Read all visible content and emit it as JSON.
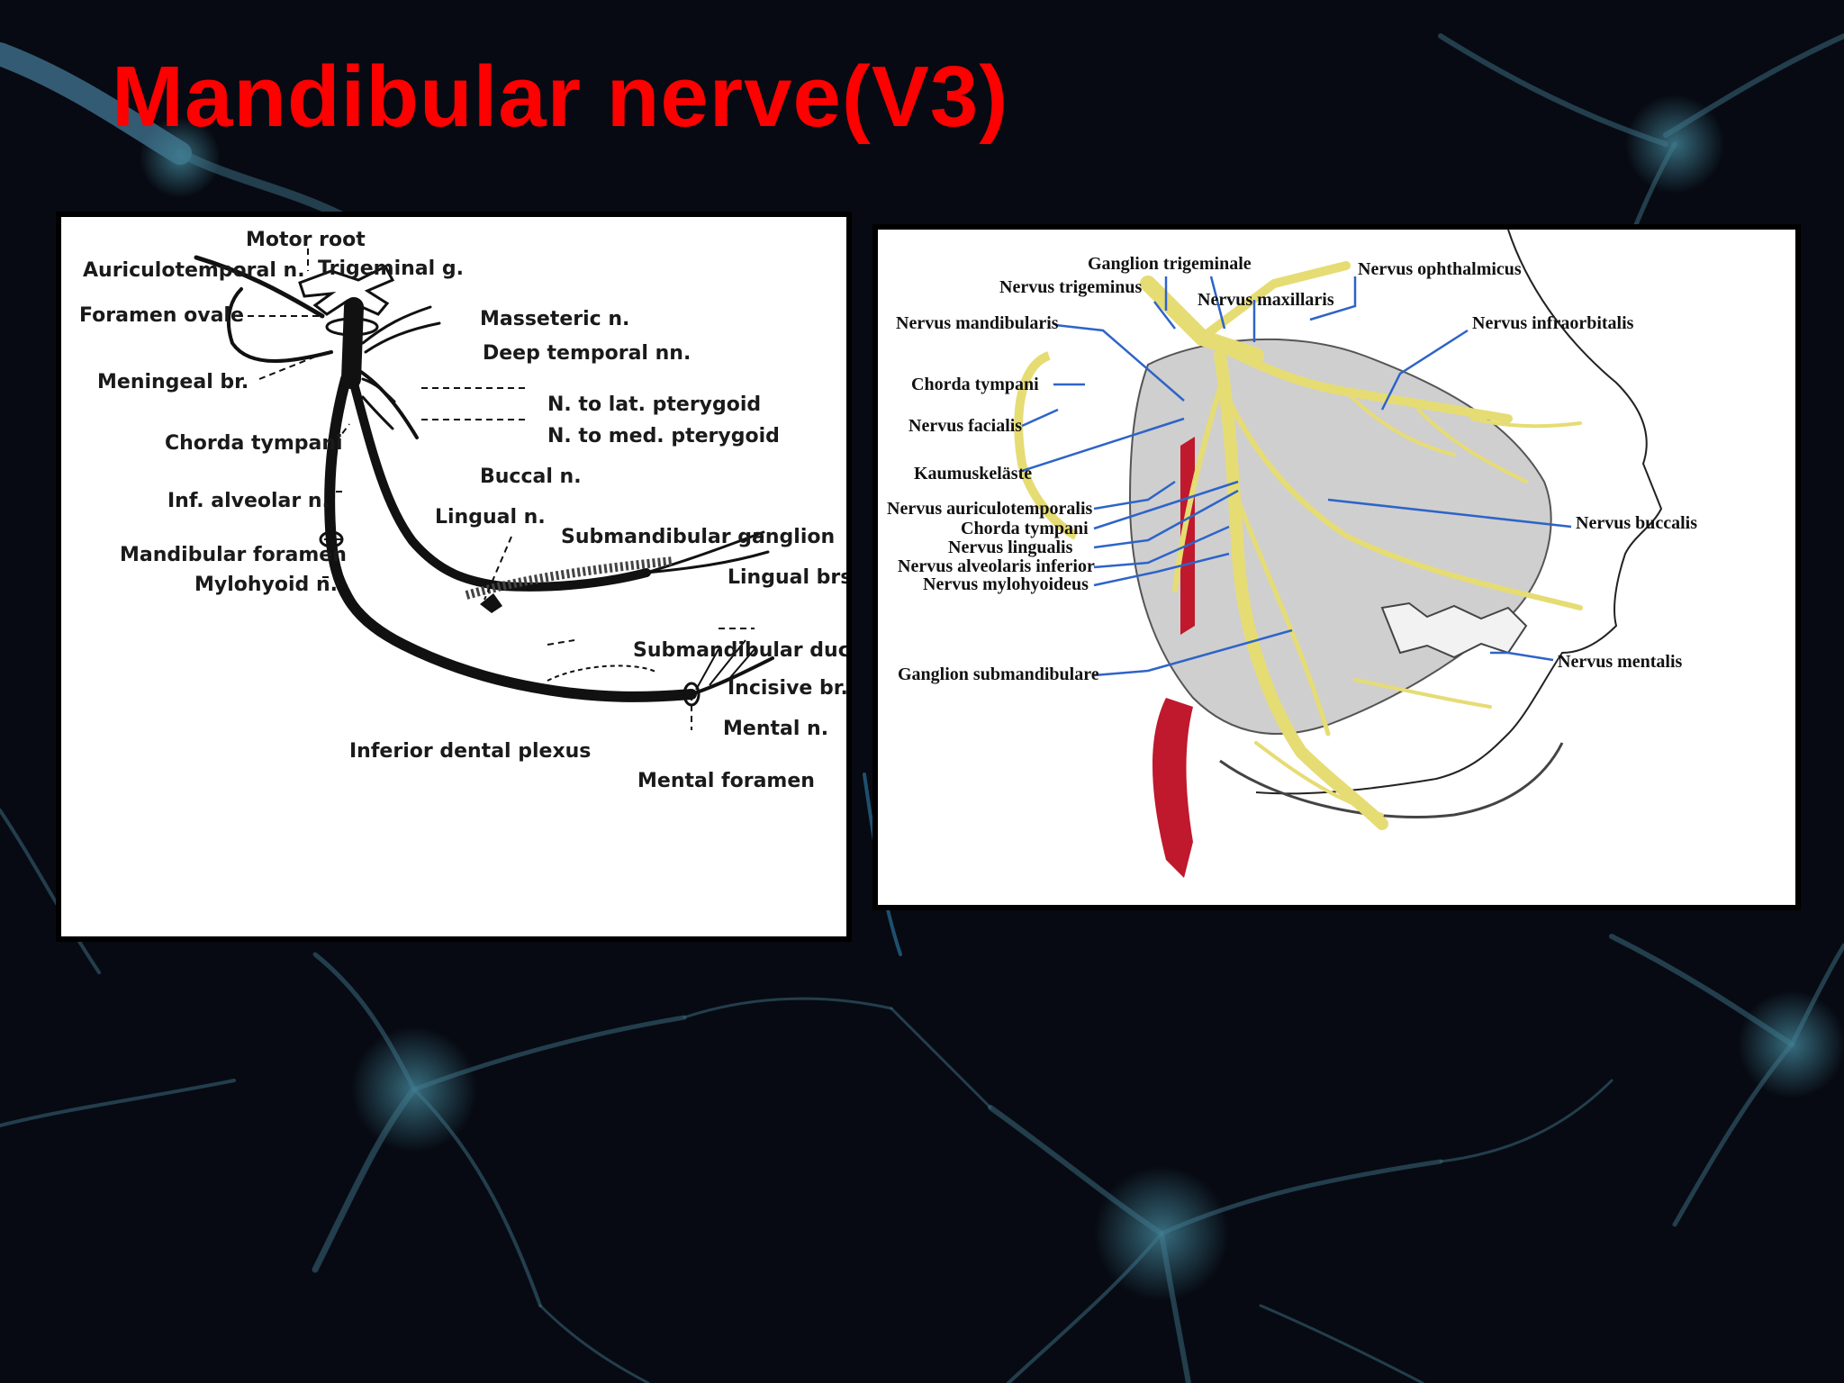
{
  "slide": {
    "title": "Mandibular nerve(V3)",
    "title_color": "#ff0000"
  },
  "left_diagram": {
    "labels": {
      "motor_root": "Motor root",
      "auriculotemporal": "Auriculotemporal n.",
      "trigeminal_g": "Trigeminal g.",
      "masseteric": "Masseteric n.",
      "foramen_ovale": "Foramen ovale",
      "deep_temporal": "Deep temporal nn.",
      "meningeal": "Meningeal br.",
      "lat_pterygoid": "N. to lat. pterygoid",
      "med_pterygoid": "N. to med. pterygoid",
      "chorda_tympani": "Chorda tympani",
      "buccal": "Buccal n.",
      "inf_alveolar": "Inf. alveolar n.",
      "lingual": "Lingual n.",
      "submandibular_ganglion": "Submandibular ganglion",
      "mandibular_foramen": "Mandibular foramen",
      "lingual_brs": "Lingual brs",
      "mylohyoid": "Mylohyoid n.",
      "submandibular_duct": "Submandibular duct",
      "incisive": "Incisive br.",
      "mental_n": "Mental n.",
      "inferior_dental_plexus": "Inferior dental plexus",
      "mental_foramen": "Mental foramen"
    }
  },
  "right_diagram": {
    "labels": {
      "ganglion_trigeminale": "Ganglion trigeminale",
      "nervus_ophthalmicus": "Nervus ophthalmicus",
      "nervus_trigeminus": "Nervus trigeminus",
      "nervus_maxillaris": "Nervus maxillaris",
      "nervus_mandibularis": "Nervus mandibularis",
      "nervus_infraorbitalis": "Nervus infraorbitalis",
      "chorda_tympani_top": "Chorda tympani",
      "nervus_facialis": "Nervus facialis",
      "kaumuskelaste": "Kaumuskeläste",
      "nervus_auriculotemporalis": "Nervus auriculotemporalis",
      "nervus_buccalis": "Nervus buccalis",
      "chorda_tympani_bottom": "Chorda tympani",
      "nervus_lingualis": "Nervus  lingualis",
      "nervus_alveolaris_inferior": "Nervus alveolaris inferior",
      "nervus_mylohyoideus": "Nervus mylohyoideus",
      "ganglion_submandibulare": "Ganglion submandibulare",
      "nervus_mentalis": "Nervus mentalis"
    },
    "colors": {
      "nerve": "#e6dc74",
      "leader": "#2e64c8",
      "artery": "#c0182c"
    }
  }
}
